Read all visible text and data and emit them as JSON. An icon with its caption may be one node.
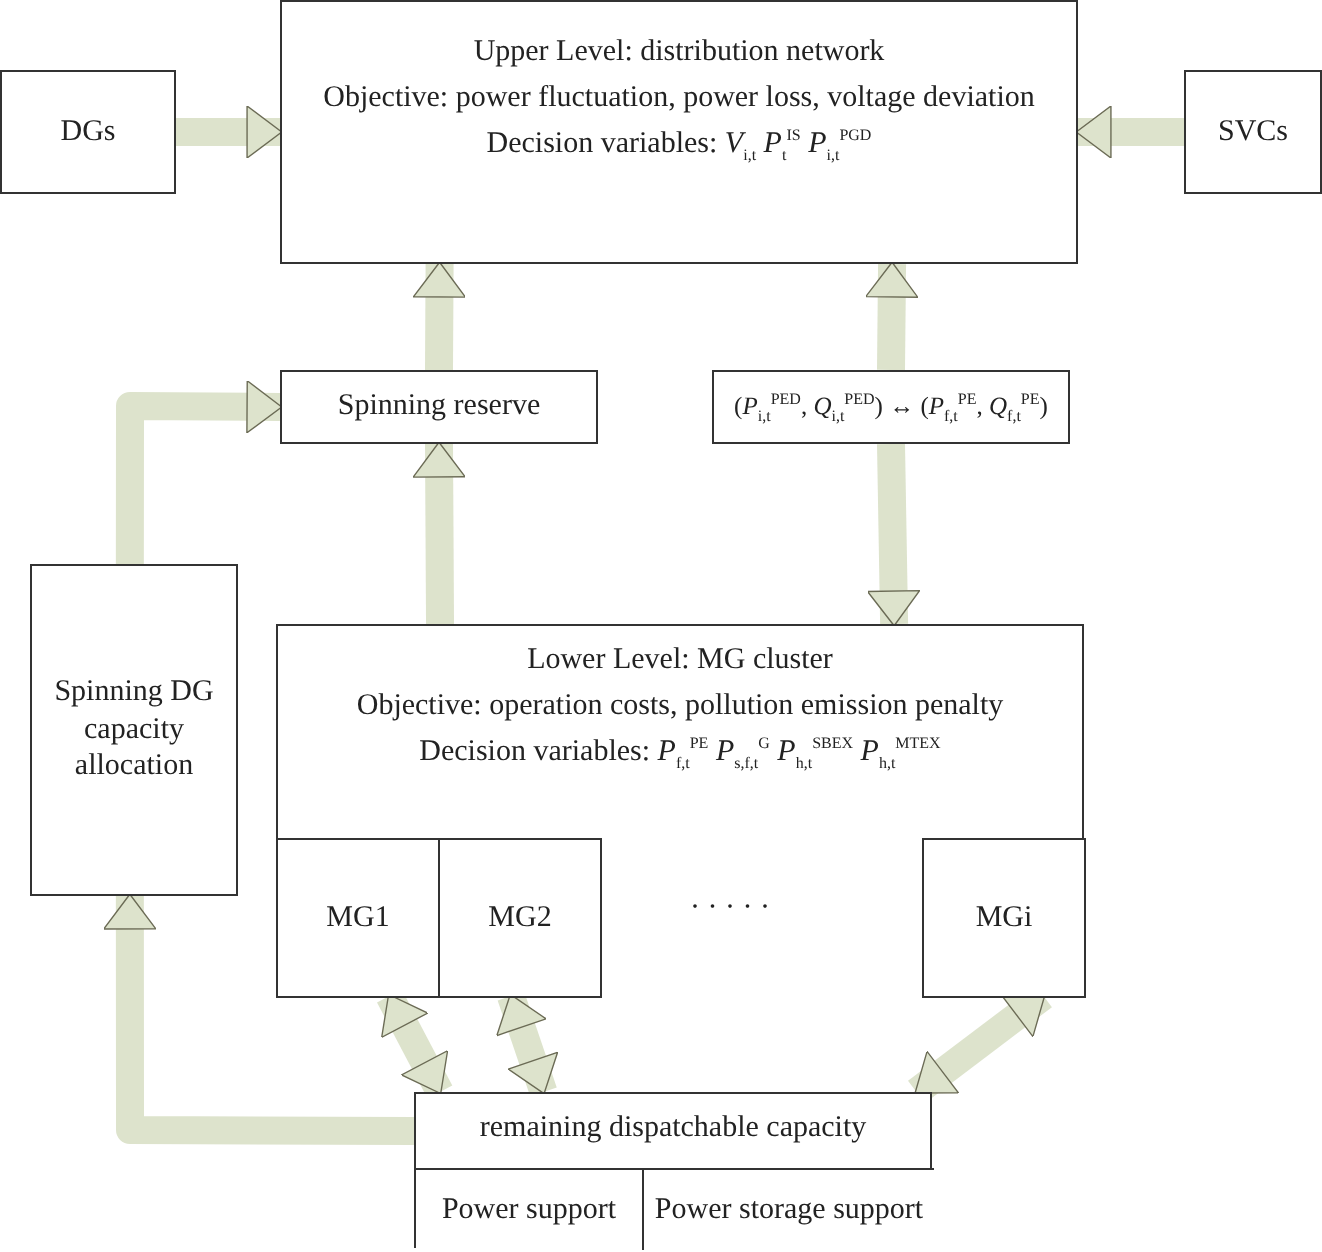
{
  "diagram": {
    "nodes": [
      {
        "text": [
          "Upper Level: distribution network",
          "Objective: power fluctuation, power loss, voltage deviation",
          "Decision variables:  *V*$_{i,t}$  *P*$_{t}$$^{IS}$ *P*$_{i,t}$$^{PGD}$"
        ]
      },
      {
        "text": [
          "DGs"
        ]
      },
      {
        "text": [
          "SVCs"
        ]
      },
      {
        "text": [
          "Spinning reserve"
        ]
      },
      {
        "text": [
          "(*P*$_{i,t}$$^{PED}$, *Q*$_{i,t}$$^{PED}$) ↔ (*P*$_{f,t}$$^{PE}$, *Q*$_{f,t}$$^{PE}$)"
        ]
      },
      {
        "text": [
          "Lower Level: MG cluster",
          "Objective: operation costs,  pollution emission penalty",
          "Decision variables:  *P*$_{f,t}$$^{PE}$ *P*$_{s,f,t}$$^{G}$ *P*$_{h,t}$$^{SBEX}$ *P*$_{h,t}$$^{MTEX}$"
        ]
      },
      {
        "text": [
          "MG1"
        ],
        "in": 5
      },
      {
        "text": [
          "MG2"
        ],
        "in": 5
      },
      {
        "text": [
          "MGi"
        ],
        "in": 5
      },
      {
        "text": [
          "Spinning DG capacity allocation"
        ]
      },
      {
        "text": [
          "remaining dispatchable capacity"
        ]
      },
      {
        "text": [
          "Power support"
        ],
        "in": 10
      },
      {
        "text": [
          "Power storage support"
        ],
        "in": 10
      }
    ],
    "edges": [
      {
        "from": 1,
        "to": 0,
        "arrow": "to"
      },
      {
        "from": 2,
        "to": 0,
        "arrow": "to"
      },
      {
        "from": 3,
        "to": 0,
        "arrow": "to"
      },
      {
        "from": 5,
        "to": 3,
        "arrow": "to"
      },
      {
        "from": 4,
        "to": 0,
        "arrow": "to"
      },
      {
        "from": 4,
        "to": 5,
        "arrow": "to"
      },
      {
        "from": 10,
        "to": 9,
        "arrow": "to"
      },
      {
        "from": 9,
        "to": 3,
        "arrow": "to"
      },
      {
        "from": 6,
        "to": 10,
        "arrow": "both"
      },
      {
        "from": 7,
        "to": 10,
        "arrow": "both"
      },
      {
        "from": 8,
        "to": 10,
        "arrow": "both"
      }
    ],
    "labels": [
      "· · · · ·"
    ]
  }
}
